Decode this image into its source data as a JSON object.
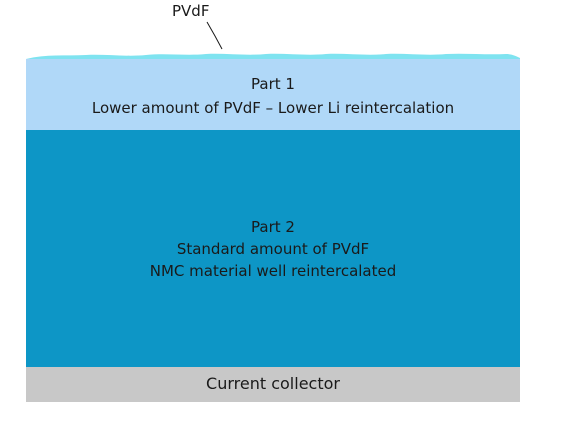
{
  "diagram": {
    "callout_label": "PVdF",
    "part1": {
      "title": "Part 1",
      "description": "Lower amount of PVdF – Lower Li reintercalation"
    },
    "part2": {
      "title": "Part 2",
      "line1": "Standard amount of PVdF",
      "line2": "NMC material well reintercalated"
    },
    "collector": {
      "label": "Current collector"
    },
    "colors": {
      "pvdf_layer": "#7fe3f0",
      "part1": "#b0d8f8",
      "part2": "#0d96c6",
      "collector": "#c8c8c8"
    }
  }
}
